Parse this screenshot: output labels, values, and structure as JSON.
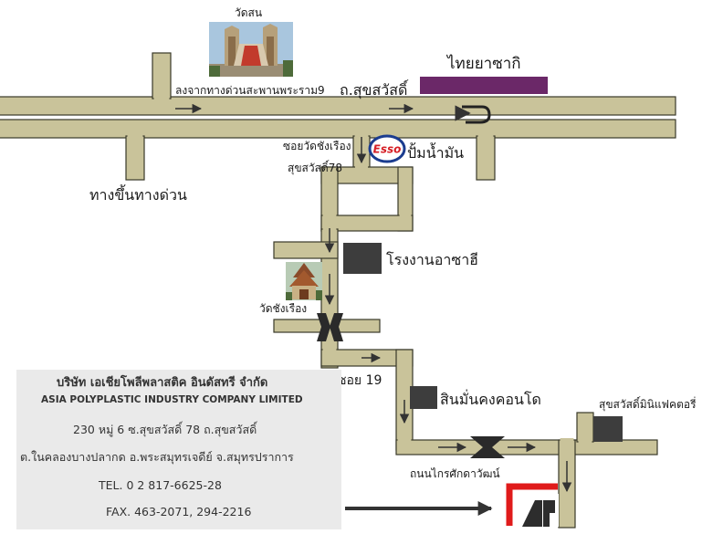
{
  "map": {
    "main_road": "ถ.สุขสวัสดิ์",
    "expressway_note": "ลงจากทางด่วนสะพานพระราม9",
    "expressway_entrance": "ทางขึ้นทางด่วน",
    "temple_top": "วัดสน",
    "company_thaiyasaki": "ไทยยาซากิ",
    "esso_logo": "Esso",
    "gas_station": "ปั้มน้ำมัน",
    "soi_wat_line1": "ซอยวัดชังเรือง",
    "soi_wat_line2": "สุขสวัสดิ์78",
    "asahi_factory": "โรงงานอาซาฮี",
    "wat_chang_rueang": "วัดชังเรือง",
    "soi_19": "ซอย 19",
    "condo": "สินมั่นคงคอนโด",
    "sukhsawat_mini_factory": "สุขสวัสดิ์มินิแฟคตอรี่",
    "road_name": "ถนนไกรศักดาวัฒน์",
    "destination_logo": "AP"
  },
  "company": {
    "name_th": "บริษัท เอเชียโพลีพลาสติค อินดัสทรี จำกัด",
    "name_en": "ASIA POLYPLASTIC INDUSTRY COMPANY LIMITED",
    "address_line1": "230 หมู่ 6 ซ.สุขสวัสดิ์ 78 ถ.สุขสวัสดิ์",
    "address_line2": "ต.ในคลองบางปลากด อ.พระสมุทรเจดีย์ จ.สมุทรปราการ",
    "tel": "TEL. 0 2 817-6625-28",
    "fax": "FAX. 463-2071, 294-2216"
  },
  "colors": {
    "road": "#c9c39a",
    "road_edge": "#3a3a2a",
    "arrow": "#333333",
    "building": "#3d3d3d",
    "thaiyasaki_bar": "#6b2868",
    "esso_red": "#d61f26",
    "esso_blue": "#1b3c8f",
    "destination_red": "#e01b1b"
  },
  "icons": [
    "direction-arrow-icon",
    "u-turn-icon",
    "traffic-light-icon",
    "esso-logo-icon",
    "ap-logo-icon",
    "temple-photo"
  ]
}
